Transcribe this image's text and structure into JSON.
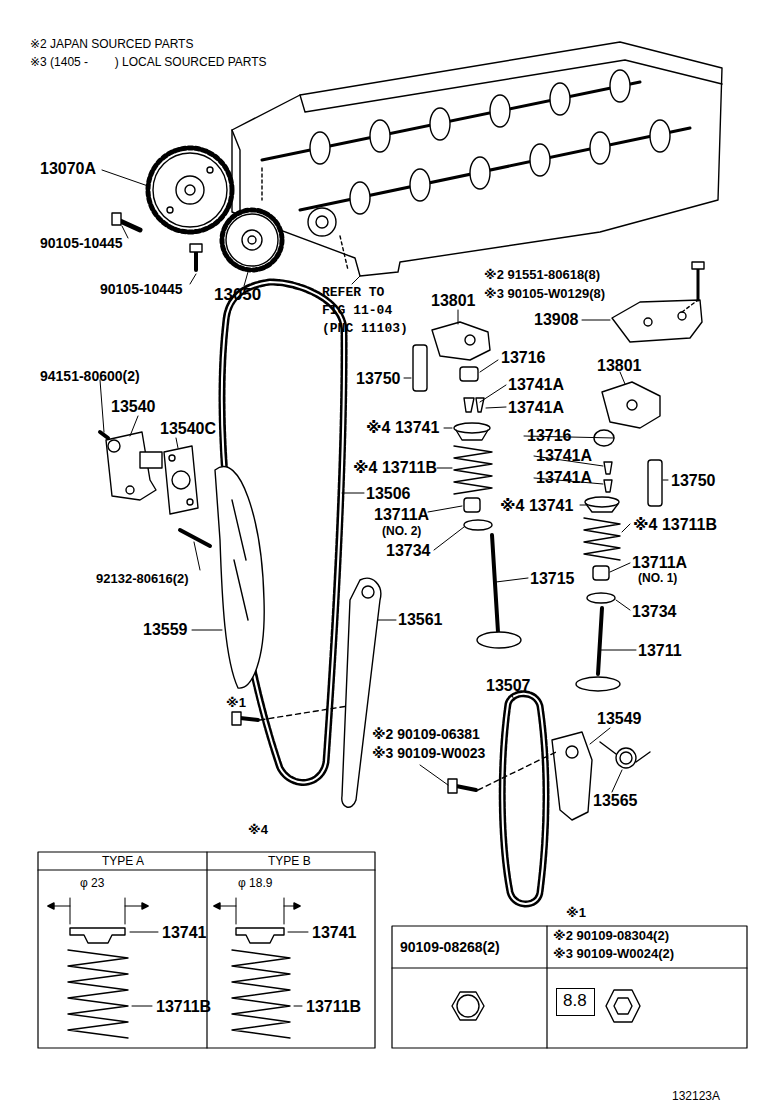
{
  "diagram": {
    "nodes": [
      {
        "text": [
          "8.8"
        ]
      }
    ],
    "labels": [
      "※2 JAPAN SOURCED PARTS",
      "※3 (1405 -        ) LOCAL SOURCED PARTS",
      "13070A",
      "90105-10445",
      "90105-10445",
      "13050",
      "REFER TO",
      "FIG 11-04",
      "(PNC 11103)",
      "※2 91551-80618(8)",
      "※3 90105-W0129(8)",
      "13908",
      "13801",
      "13716",
      "13750",
      "13741A",
      "13741A",
      "※4 13741",
      "13801",
      "13716",
      "13741A",
      "13741A",
      "13750",
      "※4 13711B",
      "13506",
      "※4 13741",
      "13711A",
      "(NO. 2)",
      "※4 13711B",
      "13734",
      "13711A",
      "(NO. 1)",
      "13715",
      "13734",
      "13711",
      "94151-80600(2)",
      "13540",
      "13540C",
      "92132-80616(2)",
      "13559",
      "13561",
      "※1",
      "13507",
      "13549",
      "※2 90109-06381",
      "※3 90109-W0023",
      "13565",
      "※4",
      "TYPE A",
      "TYPE B",
      "φ 23",
      "φ 18.9",
      "13741",
      "13711B",
      "13741",
      "13711B",
      "※1",
      "90109-08268(2)",
      "※2 90109-08304(2)",
      "※3 90109-W0024(2)",
      "132123A"
    ]
  }
}
